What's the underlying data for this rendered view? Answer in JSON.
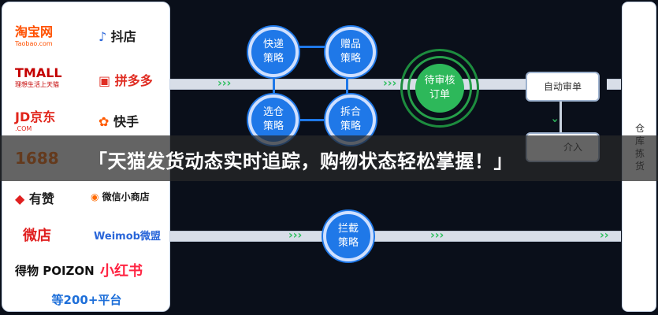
{
  "platforms": {
    "taobao": {
      "name": "淘宝网",
      "sub": "Taobao.com",
      "color": "#ff5000"
    },
    "douyin": {
      "name": "抖店",
      "color": "#1c1c1c"
    },
    "tmall": {
      "name": "TMALL",
      "sub": "理想生活上天猫",
      "color": "#c40000"
    },
    "pinduoduo": {
      "name": "拼多多",
      "color": "#e02e24"
    },
    "jd": {
      "name": "JD京东",
      "sub": ".COM",
      "color": "#e1251b"
    },
    "kuaishou": {
      "name": "快手",
      "color": "#1c1c1c"
    },
    "alibaba": {
      "name": "1688",
      "color": "#ff6a00"
    },
    "youzan": {
      "name": "有赞",
      "color": "#1c1c1c"
    },
    "wechat_store": {
      "name": "微信小商店",
      "color": "#1c1c1c"
    },
    "weidian": {
      "name": "微店",
      "color": "#e02020"
    },
    "weimob": {
      "name": "Weimob微盟",
      "color": "#2a66d9"
    },
    "poizon": {
      "name": "得物 POIZON",
      "color": "#111111"
    },
    "xiaohongshu": {
      "name": "小红书",
      "color": "#ff2442"
    },
    "more": "等200+平台"
  },
  "flow": {
    "strategies": {
      "express": "快递策略",
      "gift": "赠品策略",
      "warehouse_select": "选仓策略",
      "split_merge": "拆合策略",
      "intercept": "拦截策略"
    },
    "pending_order": "待审核订单",
    "auto_review": "自动审单",
    "manual_partial": "介入",
    "warehouse_pick": "仓库拣货"
  },
  "headline": "「天猫发货动态实时追踪，购物状态轻松掌握！」",
  "colors": {
    "accent": "#1f78e8",
    "green": "#2db85a",
    "arrow": "#2fbf5f"
  }
}
